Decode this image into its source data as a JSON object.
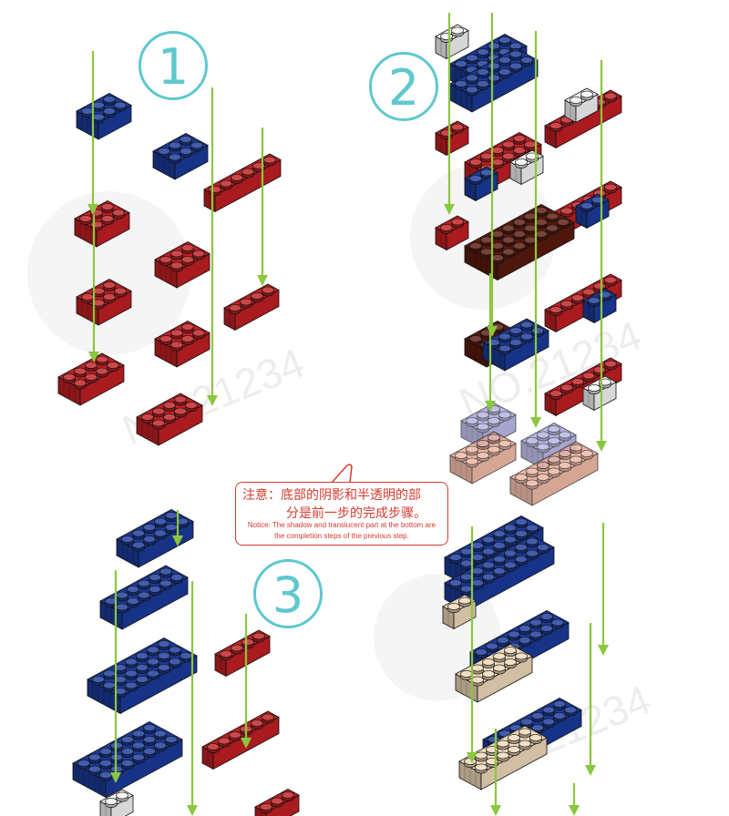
{
  "steps": {
    "step1": "1",
    "step2": "2",
    "step3": "3"
  },
  "notice": {
    "cn_line1": "注意：底部的阴影和半透明的部",
    "cn_line2": "分是前一步的完成步骤。",
    "en_line1": "Notice: The shadow and translucent part at the bottom are",
    "en_line2": "the completion steps of the previous step."
  },
  "watermark": {
    "text": "NO.21234"
  },
  "colors": {
    "blue": "#1a3a9a",
    "red": "#c01f22",
    "white": "#f4f4f4",
    "brown": "#5a1a0c",
    "peach": "#e9a48c",
    "lavender": "#9c9ad8",
    "tan": "#efd8b8",
    "arrow": "#8bc63f",
    "circle": "#5ec8cf",
    "notice": "#d43a2f"
  }
}
